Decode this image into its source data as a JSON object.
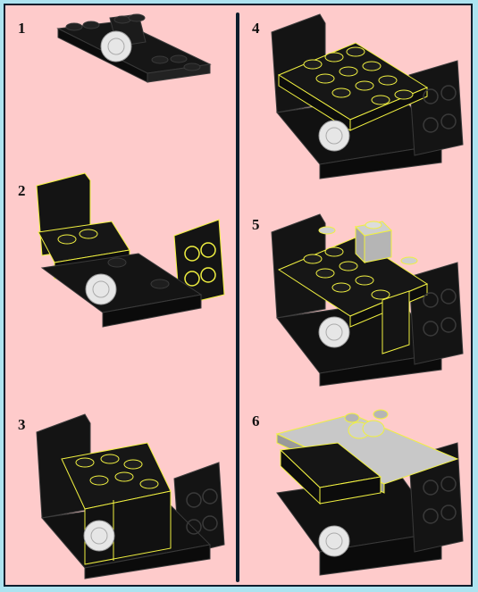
{
  "steps": [
    {
      "number": "1"
    },
    {
      "number": "2"
    },
    {
      "number": "3"
    },
    {
      "number": "4"
    },
    {
      "number": "5"
    },
    {
      "number": "6"
    }
  ],
  "colors": {
    "background": "#fecbcb",
    "outer_border": "#ade3f0",
    "brick_black": "#151515",
    "highlight_yellow": "#f0f040",
    "light_gray": "#c8c8c8",
    "clear_wheel": "#e6e6e6"
  }
}
